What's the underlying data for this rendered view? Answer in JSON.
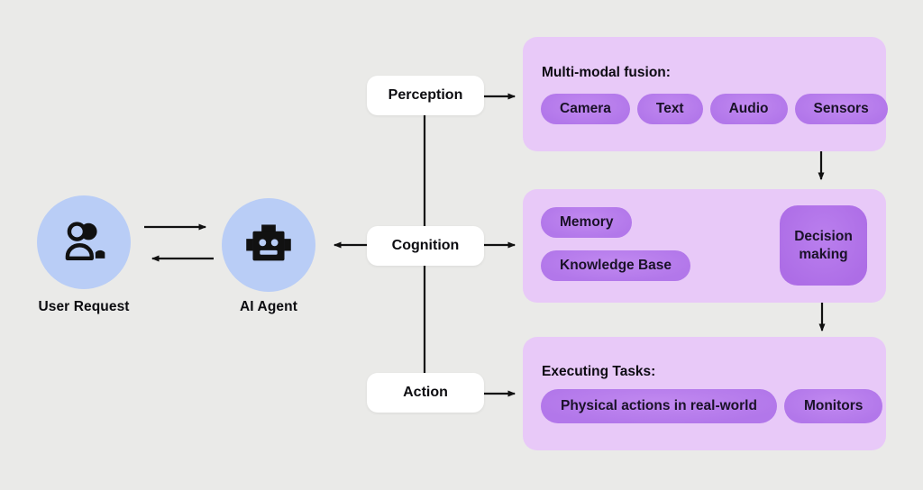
{
  "diagram": {
    "title_hint": "AI agent architecture flow diagram",
    "colors": {
      "background": "#eaeae8",
      "circle_blue": "#b9cdf6",
      "panel_lavender": "#e8c9f8",
      "pill_purple": "#b57aeb",
      "stage_box_white": "#ffffff",
      "arrow_black": "#111111"
    },
    "left": {
      "user": {
        "label": "User Request",
        "icon": "users-icon"
      },
      "agent": {
        "label": "AI Agent",
        "icon": "robot-icon"
      }
    },
    "stages": {
      "perception": "Perception",
      "cognition": "Cognition",
      "action": "Action"
    },
    "panels": {
      "perception": {
        "title": "Multi-modal fusion:",
        "pills": [
          "Camera",
          "Text",
          "Audio",
          "Sensors"
        ]
      },
      "cognition": {
        "pills": [
          "Memory",
          "Knowledge Base"
        ],
        "decision": "Decision making"
      },
      "action": {
        "title": "Executing Tasks:",
        "pills": [
          "Physical actions in real-world",
          "Monitors"
        ]
      }
    }
  }
}
